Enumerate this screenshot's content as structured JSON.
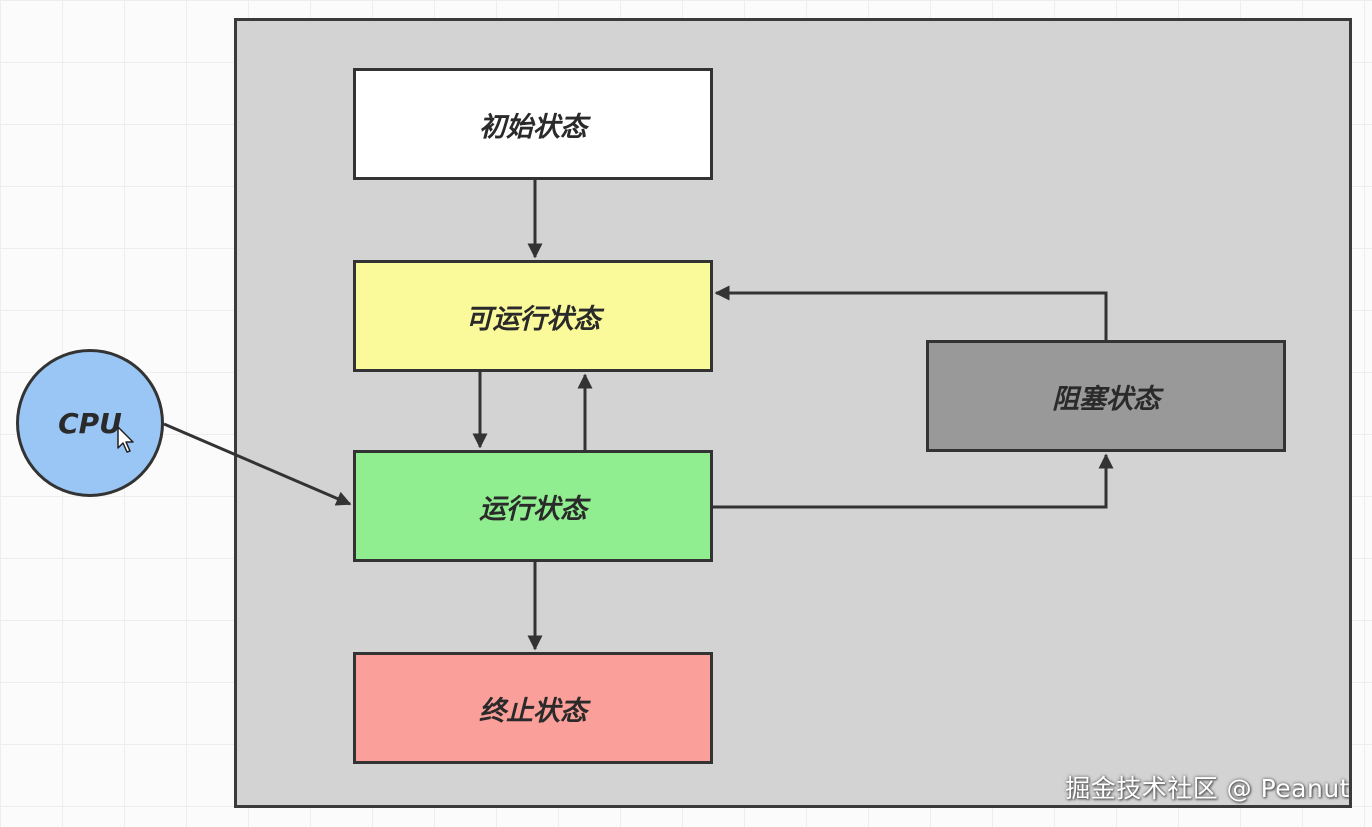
{
  "diagram": {
    "nodes": {
      "initial": {
        "label": "初始状态",
        "fill": "#ffffff"
      },
      "runnable": {
        "label": "可运行状态",
        "fill": "#fafa9b"
      },
      "running": {
        "label": "运行状态",
        "fill": "#90ee90"
      },
      "blocked": {
        "label": "阻塞状态",
        "fill": "#999999"
      },
      "terminated": {
        "label": "终止状态",
        "fill": "#fb9f9a"
      },
      "cpu": {
        "label": "CPU",
        "fill": "#99c6f4"
      }
    },
    "edges": [
      {
        "from": "initial",
        "to": "runnable"
      },
      {
        "from": "runnable",
        "to": "running"
      },
      {
        "from": "running",
        "to": "runnable"
      },
      {
        "from": "running",
        "to": "blocked"
      },
      {
        "from": "blocked",
        "to": "runnable"
      },
      {
        "from": "running",
        "to": "terminated"
      },
      {
        "from": "cpu",
        "to": "running"
      }
    ],
    "container_fill": "#d3d3d3"
  },
  "watermark": "掘金技术社区 @ Peanut"
}
